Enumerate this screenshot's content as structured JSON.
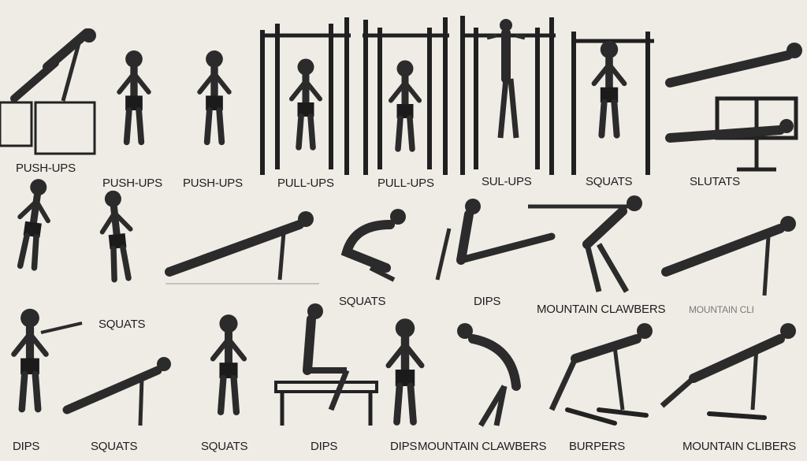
{
  "illustration": {
    "subject": "hand-drawn grid of bodyweight exercise figures",
    "ink_color": "#1f1f1f",
    "background_color": "#efece6",
    "labels": [
      "PUSH-UPS",
      "PUSH-UPS",
      "PUSH-UPS",
      "PULL-UPS",
      "PULL-UPS",
      "SUL-UPS",
      "SQUATS",
      "SLUTATS",
      "SQUATS",
      "SQUATS",
      "DIPS",
      "MOUNTAIN CLAWBERS",
      "MOUNTAIN CLI",
      "DIPS",
      "SQUATS",
      "SQUATS",
      "DIPS",
      "DIPS",
      "MOUNTAIN CLAWBERS",
      "BURPERS",
      "MOUNTAIN CLIBERS"
    ]
  }
}
